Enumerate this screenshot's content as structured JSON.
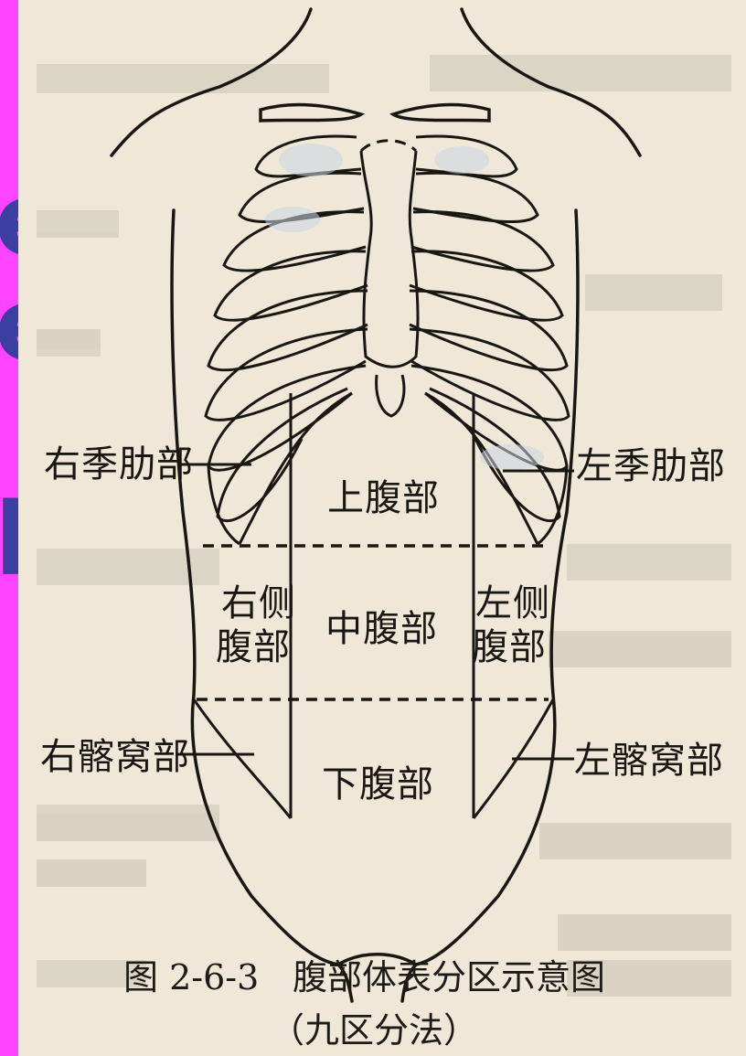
{
  "diagram": {
    "regions": {
      "right_hypochondriac": "右季肋部",
      "left_hypochondriac": "左季肋部",
      "epigastric": "上腹部",
      "right_lumbar_1": "右侧",
      "right_lumbar_2": "腹部",
      "umbilical": "中腹部",
      "left_lumbar_1": "左侧",
      "left_lumbar_2": "腹部",
      "right_iliac": "右髂窝部",
      "hypogastric": "下腹部",
      "left_iliac": "左髂窝部"
    },
    "caption": {
      "figure_number": "图 2-6-3",
      "title": "腹部体表分区示意图",
      "method": "（九区分法）"
    }
  },
  "colors": {
    "slide_background": "#ff44ff",
    "paper": "#efe8d9",
    "ink": "#1a1612",
    "slide_text": "#3b3fa0",
    "rib_shadow": "#c9d6e3"
  }
}
